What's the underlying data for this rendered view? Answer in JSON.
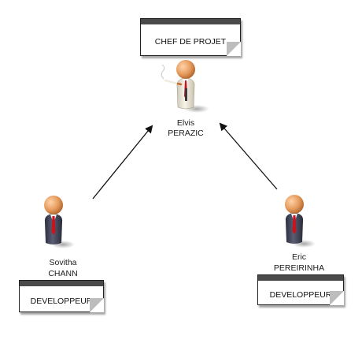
{
  "nodes": {
    "chef": {
      "first_name": "Elvis",
      "last_name": "PERAZIC",
      "role": "CHEF DE PROJET"
    },
    "dev_left": {
      "first_name": "Sovitha",
      "last_name": "CHANN",
      "role": "DEVELOPPEUR"
    },
    "dev_right": {
      "first_name": "Eric",
      "last_name": "PEREIRINHA",
      "role": "DEVELOPPEUR"
    }
  },
  "edges": [
    {
      "from": "dev_left",
      "to": "chef"
    },
    {
      "from": "dev_right",
      "to": "chef"
    }
  ],
  "colors": {
    "skin": "#e59a5c",
    "suit": "#4a4d60",
    "tie": "#c8141c",
    "lab_coat": "#f2efe6",
    "role_bar": "#4a4a4a"
  },
  "icons": [
    "person-manager-icon",
    "person-developer-icon",
    "cigarette-icon"
  ]
}
